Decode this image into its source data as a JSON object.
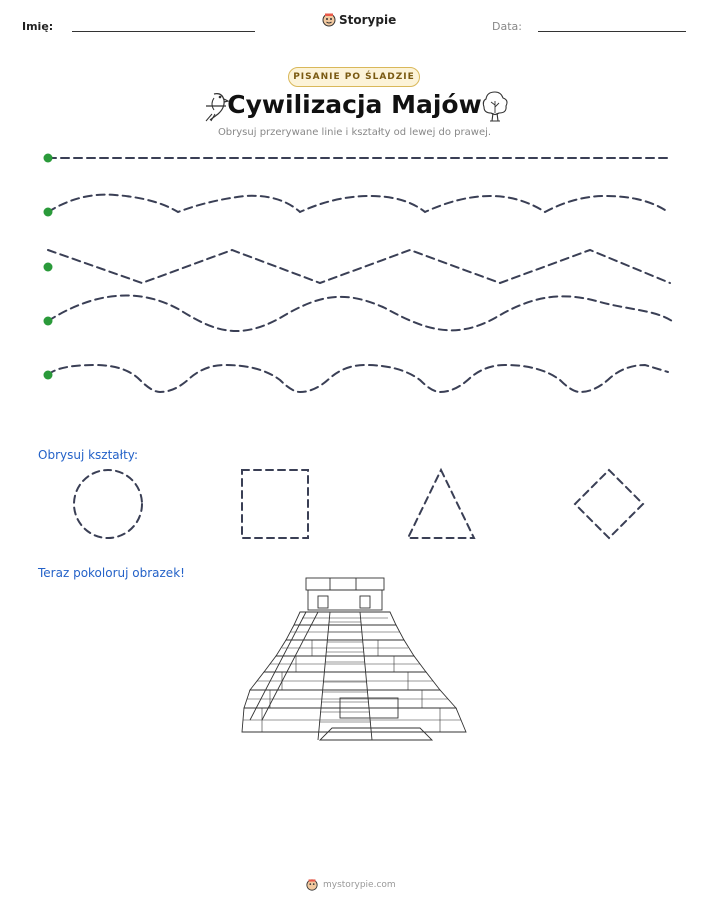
{
  "header": {
    "name_label": "Imię:",
    "brand": "Storypie",
    "date_label": "Data:"
  },
  "badge": "PISANIE PO ŚLADZIE",
  "title": "Cywilizacja Majów",
  "subtitle": "Obrysuj przerywane linie i kształty od lewej do prawej.",
  "sections": {
    "shapes": "Obrysuj kształty:",
    "color": "Teraz pokoloruj obrazek!"
  },
  "footer": "mystorypie.com",
  "colors": {
    "dash": "#3a3f55",
    "start_dot": "#2a9a3a",
    "section_text": "#2462c8"
  },
  "icons": [
    "parrot-icon",
    "tree-icon",
    "storypie-logo-icon",
    "pyramid-illustration"
  ]
}
